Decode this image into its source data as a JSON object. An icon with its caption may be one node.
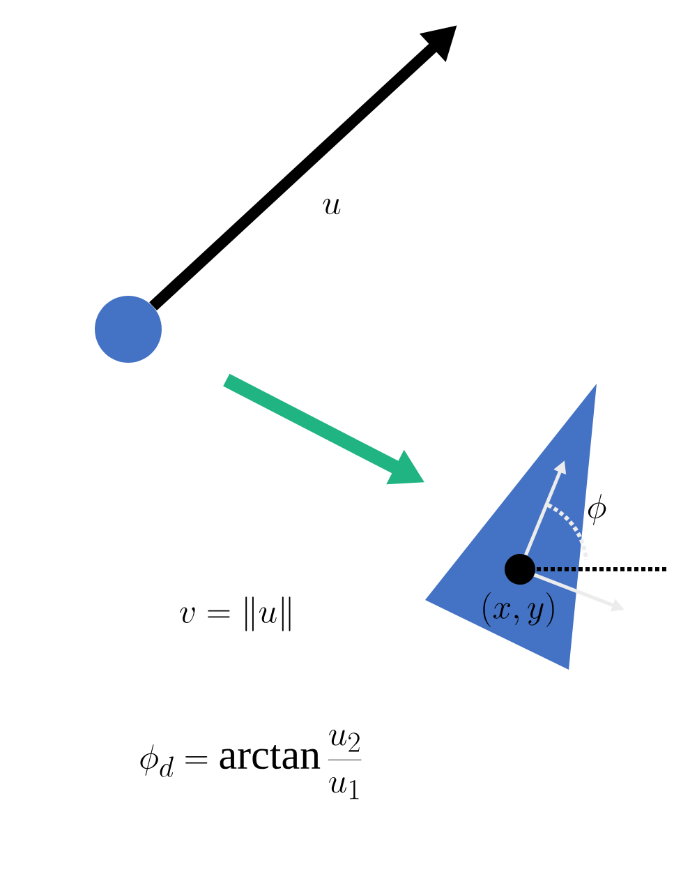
{
  "diagram": {
    "nodes": [
      {
        "text": [],
        "shape": "circle"
      },
      {
        "text": [
          "(x,y)"
        ]
      }
    ],
    "edges": [
      {
        "from": 0,
        "to": null,
        "arrow": "to",
        "label": "u"
      },
      {
        "from": 0,
        "to": 1,
        "arrow": "to",
        "color": "#20b482"
      }
    ],
    "labels": [
      "\\phi",
      "v = \\|u\\|",
      "\\phi_d = \\arctan\\frac{u_2}{u_1}"
    ]
  }
}
